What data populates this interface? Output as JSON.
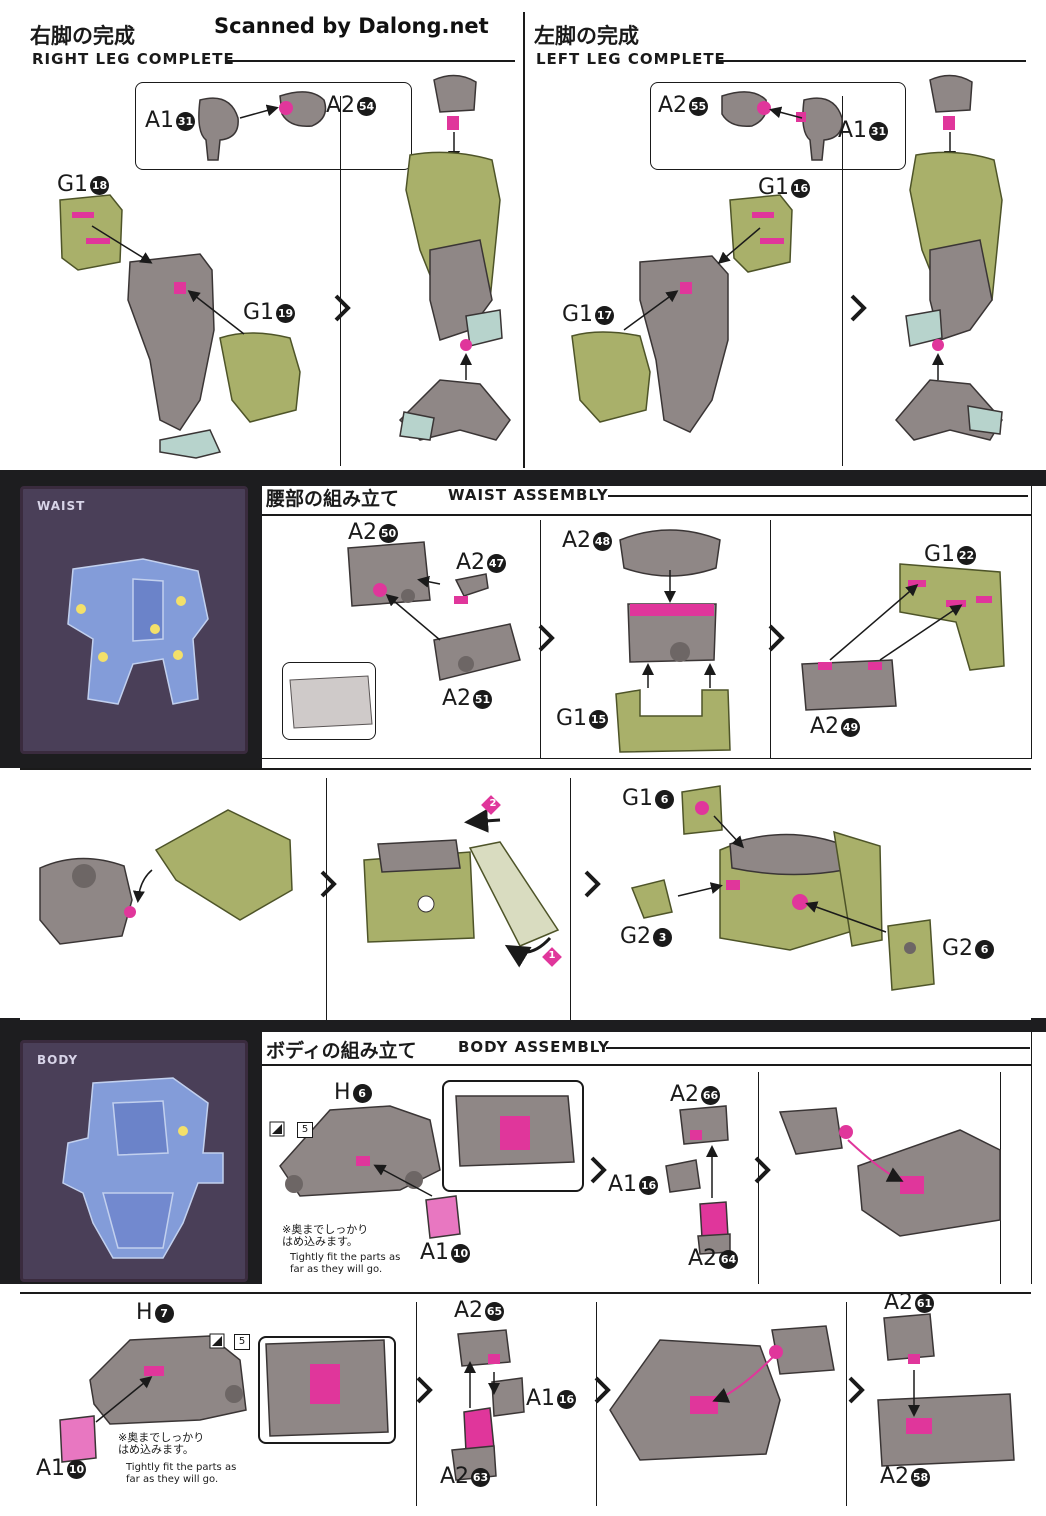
{
  "watermark": "Scanned by Dalong.net",
  "right_leg": {
    "title_jp": "右脚の完成",
    "title_en": "RIGHT LEG COMPLETE"
  },
  "left_leg": {
    "title_jp": "左脚の完成",
    "title_en": "LEFT LEG COMPLETE"
  },
  "waist": {
    "title_jp": "腰部の組み立て",
    "title_en": "WAIST ASSEMBLY",
    "thumb_label": "WAIST"
  },
  "body": {
    "title_jp": "ボディの組み立て",
    "title_en": "BODY ASSEMBLY",
    "thumb_label": "BODY"
  },
  "labels": {
    "rl_a1": "A1",
    "rl_a1_n": "31",
    "rl_a2": "A2",
    "rl_a2_n": "54",
    "rl_g1a": "G1",
    "rl_g1a_n": "18",
    "rl_g1b": "G1",
    "rl_g1b_n": "19",
    "ll_a2": "A2",
    "ll_a2_n": "55",
    "ll_a1": "A1",
    "ll_a1_n": "31",
    "ll_g1a": "G1",
    "ll_g1a_n": "16",
    "ll_g1b": "G1",
    "ll_g1b_n": "17",
    "w_a2a": "A2",
    "w_a2a_n": "50",
    "w_a2b": "A2",
    "w_a2b_n": "47",
    "w_a2c": "A2",
    "w_a2c_n": "51",
    "w_a2d": "A2",
    "w_a2d_n": "48",
    "w_g1a": "G1",
    "w_g1a_n": "15",
    "w_g1b": "G1",
    "w_g1b_n": "22",
    "w_a2e": "A2",
    "w_a2e_n": "49",
    "w_g1c": "G1",
    "w_g1c_n": "6",
    "w_g2a": "G2",
    "w_g2a_n": "3",
    "w_g2b": "G2",
    "w_g2b_n": "6",
    "w_step1": "1",
    "w_step2": "2",
    "b_h6": "H",
    "b_h6_n": "6",
    "b_a1a": "A1",
    "b_a1a_n": "10",
    "b_a2a": "A2",
    "b_a2a_n": "66",
    "b_a1b": "A1",
    "b_a1b_n": "16",
    "b_a2b": "A2",
    "b_a2b_n": "64",
    "b_h7": "H",
    "b_h7_n": "7",
    "b_a1c": "A1",
    "b_a1c_n": "10",
    "b_a2c": "A2",
    "b_a2c_n": "65",
    "b_a1d": "A1",
    "b_a1d_n": "16",
    "b_a2d": "A2",
    "b_a2d_n": "63",
    "b_a2e": "A2",
    "b_a2e_n": "61",
    "b_a2f": "A2",
    "b_a2f_n": "58",
    "b_tool_n": "5"
  },
  "notes": {
    "fit_jp": "※奥までしっかり\nはめ込みます。",
    "fit_en": "Tightly fit the parts as\nfar as they will go."
  },
  "colors": {
    "grey_part": "#8f8786",
    "grey_dark": "#6d6665",
    "olive_part": "#a9b06a",
    "olive_dark": "#7f8a48",
    "pink_pin": "#e0369b",
    "mint_part": "#b7d3cc",
    "band": "#1d1d1f",
    "thumb_bg": "#4a3f58"
  }
}
